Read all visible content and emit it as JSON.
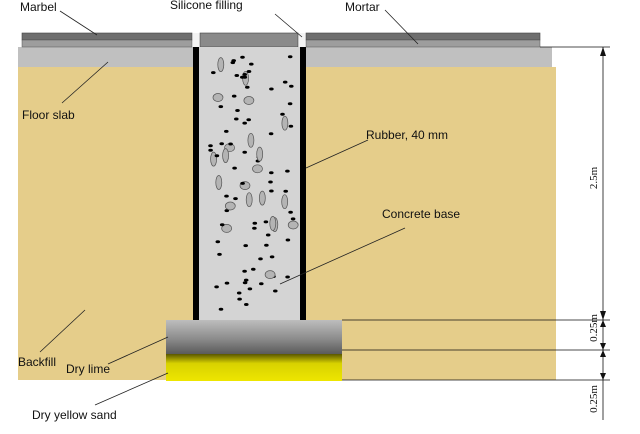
{
  "labels": {
    "marbel": "Marbel",
    "silicone": "Silicone filling",
    "mortar": "Mortar",
    "floor_slab": "Floor slab",
    "rubber": "Rubber, 40 mm",
    "concrete_base": "Concrete base",
    "backfill": "Backfill",
    "dry_lime": "Dry lime",
    "dry_yellow_sand": "Dry yellow sand"
  },
  "dimensions": {
    "upper": "2.5m",
    "middle": "0.25m",
    "lower": "0.25m"
  },
  "colors": {
    "backfill": "#e5cd8a",
    "slab": "#c0c0c0",
    "marble": "#6e6e6e",
    "concrete": "#d4d4d4",
    "rubber": "#000000",
    "sand": "#d8d200"
  }
}
